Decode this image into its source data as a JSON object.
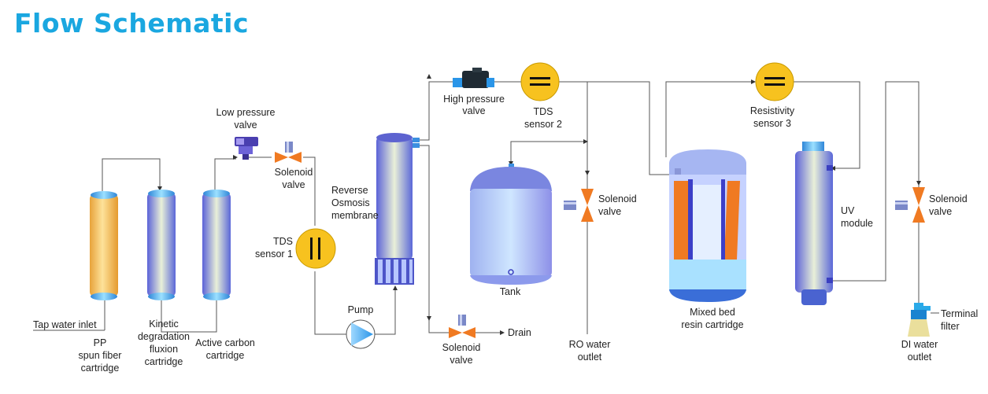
{
  "title": "Flow Schematic",
  "colors": {
    "title": "#1aa7e0",
    "pp_cartridge": "#f7c25a",
    "blue_cartridge": "#8aa7e8",
    "sensor": "#f7c21f",
    "valve": "#f07a22",
    "pump": "#3ba7e8",
    "resin_orange": "#f07a22"
  },
  "labels": {
    "tap_water_inlet": "Tap water inlet",
    "pp": [
      "PP",
      "spun fiber",
      "cartridge"
    ],
    "kinetic": [
      "Kinetic",
      "degradation",
      "fluxion",
      "cartridge"
    ],
    "active_carbon": [
      "Active carbon",
      "cartridge"
    ],
    "low_pressure_valve": [
      "Low pressure",
      "valve"
    ],
    "solenoid_valve_1": [
      "Solenoid",
      "valve"
    ],
    "tds_sensor_1": [
      "TDS",
      "sensor 1"
    ],
    "reverse_osmosis": [
      "Reverse",
      "Osmosis",
      "membrane"
    ],
    "pump": "Pump",
    "high_pressure_valve": [
      "High pressure",
      "valve"
    ],
    "tds_sensor_2": [
      "TDS",
      "sensor 2"
    ],
    "tank": "Tank",
    "solenoid_valve_drain": [
      "Solenoid",
      "valve"
    ],
    "drain": "Drain",
    "solenoid_valve_2": [
      "Solenoid",
      "valve"
    ],
    "ro_water_outlet": [
      "RO water",
      "outlet"
    ],
    "mixed_bed": [
      "Mixed bed",
      "resin cartridge"
    ],
    "resistivity_sensor": [
      "Resistivity",
      "sensor 3"
    ],
    "uv_module": [
      "UV",
      "module"
    ],
    "solenoid_valve_3": [
      "Solenoid",
      "valve"
    ],
    "terminal_filter": [
      "Terminal",
      "filter"
    ],
    "di_water_outlet": [
      "DI water",
      "outlet"
    ]
  }
}
